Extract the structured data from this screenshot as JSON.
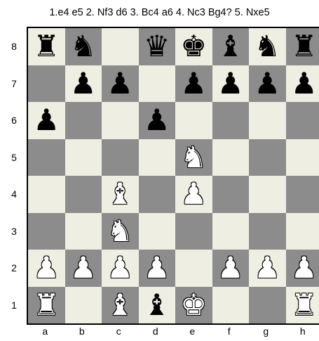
{
  "header": {
    "moves_text": "1.e4 e5 2. Nf3 d6 3. Bc4 a6 4. Nc3 Bg4? 5. Nxe5"
  },
  "ranks": [
    "8",
    "7",
    "6",
    "5",
    "4",
    "3",
    "2",
    "1"
  ],
  "files": [
    "a",
    "b",
    "c",
    "d",
    "e",
    "f",
    "g",
    "h"
  ],
  "colors": {
    "light_square": "#eeeee2",
    "dark_square": "#8c8c8c"
  },
  "board": [
    [
      "br",
      "bn",
      "",
      "bq",
      "bk",
      "bb",
      "bn",
      "br"
    ],
    [
      "",
      "bp",
      "bp",
      "",
      "bp",
      "bp",
      "bp",
      "bp"
    ],
    [
      "bp",
      "",
      "",
      "bp",
      "",
      "",
      "",
      ""
    ],
    [
      "",
      "",
      "",
      "",
      "wn",
      "",
      "",
      ""
    ],
    [
      "",
      "",
      "wb",
      "",
      "wp",
      "",
      "",
      ""
    ],
    [
      "",
      "",
      "wn",
      "",
      "",
      "",
      "",
      ""
    ],
    [
      "wp",
      "wp",
      "wp",
      "wp",
      "",
      "wp",
      "wp",
      "wp"
    ],
    [
      "wr",
      "",
      "wb",
      "bb",
      "wk",
      "",
      "",
      "wr"
    ]
  ],
  "piece_names": {
    "k": "king",
    "q": "queen",
    "r": "rook",
    "b": "bishop",
    "n": "knight",
    "p": "pawn"
  }
}
